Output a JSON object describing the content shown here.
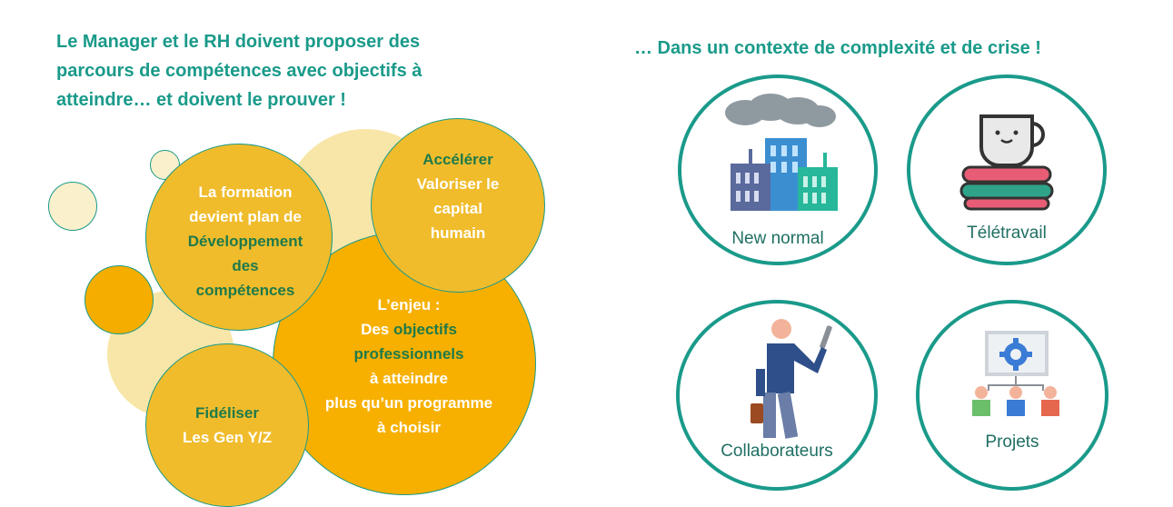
{
  "left": {
    "heading": "Le Manager et le RH doivent proposer des parcours de compétences avec objectifs à atteindre… et doivent le prouver !",
    "bubbles": {
      "formation": {
        "line1": "La formation",
        "line2": "devient  plan de",
        "line3": "Développement",
        "line4": "des",
        "line5": "compétences"
      },
      "accelerer": {
        "line1": "Accélérer",
        "line2": "Valoriser le",
        "line3": "capital",
        "line4": "humain"
      },
      "enjeu": {
        "line1": "L’enjeu :",
        "line2_prefix": "Des ",
        "line2_highlight": "objectifs",
        "line3": "professionnels",
        "line4": "à atteindre",
        "line5": "plus qu’un programme",
        "line6": "à choisir"
      },
      "fideliser": {
        "line1": "Fidéliser",
        "line2": "Les Gen Y/Z"
      }
    }
  },
  "right": {
    "heading": "… Dans un contexte de complexité et de crise !",
    "items": [
      {
        "label": "New normal",
        "icon": "city-icon"
      },
      {
        "label": "Télétravail",
        "icon": "teacup-books-icon"
      },
      {
        "label": "Collaborateurs",
        "icon": "traveler-icon"
      },
      {
        "label": "Projets",
        "icon": "project-gear-icon"
      }
    ]
  },
  "colors": {
    "teal": "#1a9a8a",
    "gold": "#f0bc2c",
    "orange": "#f5ae00",
    "pale": "#f8e6a8",
    "green_text": "#1f7a4a"
  }
}
